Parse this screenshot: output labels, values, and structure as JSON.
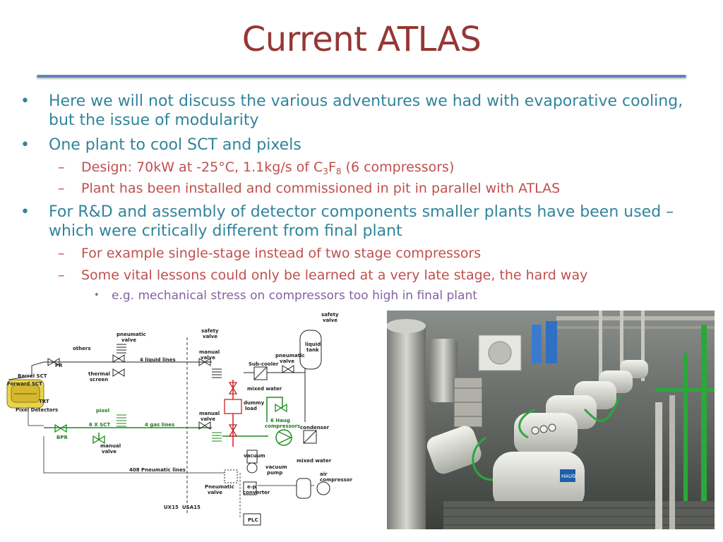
{
  "slide": {
    "title": "Current ATLAS",
    "bullets": [
      {
        "text": "Here we will not discuss the various adventures we had with evaporative cooling, but the issue of modularity"
      },
      {
        "text": "One plant to cool SCT and pixels"
      },
      {
        "design_prefix": "Design: 70kW at -25°C, 1.1kg/s of C",
        "sub1": "3",
        "mid": "F",
        "sub2": "8",
        "suffix": " (6 compressors)"
      },
      {
        "text": "Plant has been installed and commissioned in pit in parallel with ATLAS"
      },
      {
        "text": "For R&D and assembly of detector components smaller plants have been used – which were critically different from final plant"
      },
      {
        "text": "For example single-stage instead of two stage compressors"
      },
      {
        "text": "Some vital lessons could only be learned at a very late stage, the hard way"
      },
      {
        "text": "e.g. mechanical stress on compressors too high in final plant"
      }
    ],
    "bullet_glyph": "•",
    "dash_glyph": "–",
    "colors": {
      "title": "#953735",
      "level1": "#31849b",
      "level2": "#c0504d",
      "level3": "#8064a2",
      "rule": "#5b86c0"
    }
  },
  "diagram": {
    "labels": {
      "safety_valve_top": "safety",
      "safety_valve_bottom": "valve",
      "safety_valve2_top": "safety",
      "safety_valve2_bottom": "valve",
      "others": "others",
      "pneumatic_valve_top": "pneumatic",
      "pneumatic_valve_bottom": "valve",
      "liquid_tank_top": "liquid",
      "liquid_tank_bottom": "tank",
      "pr": "PR",
      "liquid_lines": "4 liquid lines",
      "manual_valve_top": "manual",
      "manual_valve_bottom": "valve",
      "pneumatic_valve2_top": "pneumatic",
      "pneumatic_valve2_bottom": "valve",
      "thermal_screen_top": "thermal",
      "thermal_screen_bottom": "screen",
      "sub_cooler": "Sub-cooler",
      "barrel_sct": "Barrel SCT",
      "forward_sct": "Forward SCT",
      "trt": "TRT",
      "pixel_detectors": "Pixel Detectors",
      "mixed_water": "mixed water",
      "dummy_load_top": "dummy",
      "dummy_load_bottom": "load",
      "pixel": "pixel",
      "six_sct": "6 X SCT",
      "gas_lines": "4 gas lines",
      "manual_valve2_top": "manual",
      "manual_valve2_bottom": "valve",
      "compressors_top": "6 Haug",
      "compressors_bottom": "compressors",
      "condenser": "condenser",
      "bpr": "BPR",
      "manual_valve3_top": "manual",
      "manual_valve3_bottom": "valve",
      "vacuum": "vacuum",
      "vacuum_pump_top": "vacuum",
      "vacuum_pump_bottom": "pump",
      "mixed_water2": "mixed water",
      "pneumatic_lines": "408 Pneumatic lines",
      "air_compressor_top": "air",
      "air_compressor_bottom": "compressor",
      "pneumatic_valve3_top": "Pneumatic",
      "pneumatic_valve3_bottom": "valve",
      "ep_converter_top": "e-p",
      "ep_converter_bottom": "converter",
      "ux15": "UX15",
      "usa15": "USA15",
      "plc": "PLC"
    }
  },
  "photo": {
    "badge": "HAUG"
  }
}
